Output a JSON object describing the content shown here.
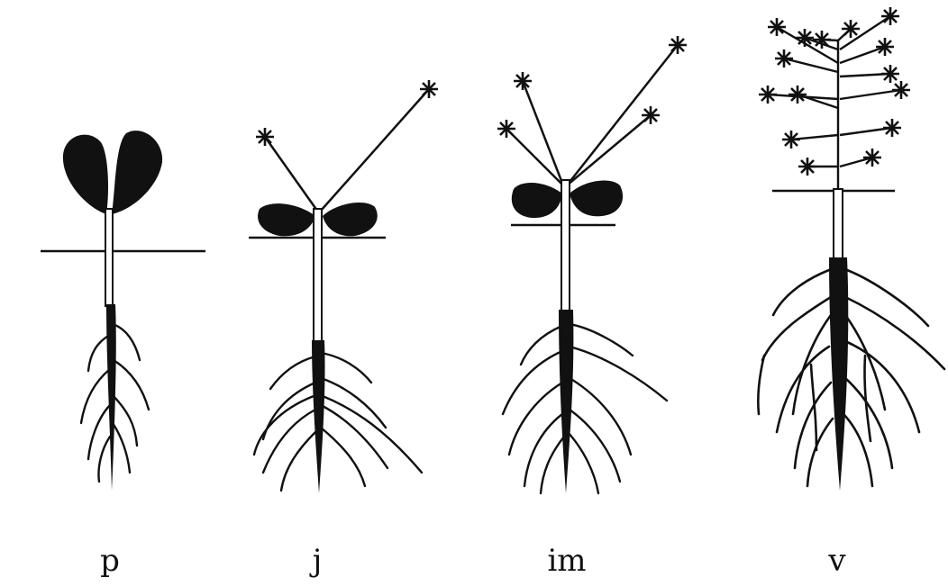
{
  "stages": [
    {
      "id": "p",
      "label": "p"
    },
    {
      "id": "j",
      "label": "j"
    },
    {
      "id": "im",
      "label": "im"
    },
    {
      "id": "v",
      "label": "v"
    }
  ],
  "colors": {
    "ink": "#111111",
    "paper": "#ffffff"
  }
}
